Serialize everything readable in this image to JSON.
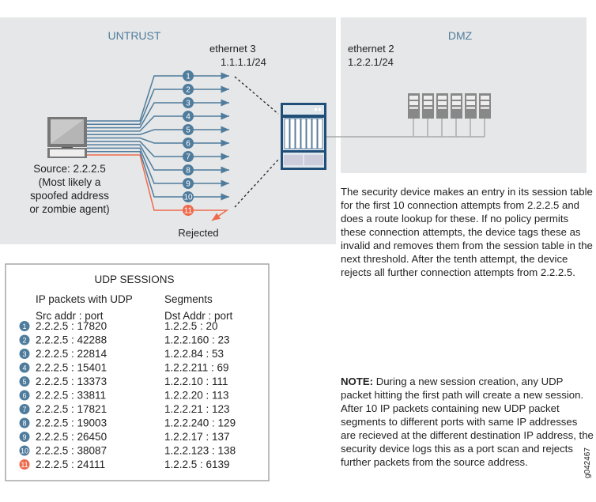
{
  "zones": {
    "untrust": "UNTRUST",
    "dmz": "DMZ"
  },
  "interfaces": {
    "eth3_name": "ethernet 3",
    "eth3_ip": "1.1.1.1/24",
    "eth2_name": "ethernet 2",
    "eth2_ip": "1.2.2.1/24"
  },
  "source": {
    "lines": [
      "Source: 2.2.2.5",
      "(Most likely a",
      "spoofed address",
      "or zombie agent)"
    ]
  },
  "rejected_label": "Rejected",
  "attempts": [
    "1",
    "2",
    "3",
    "4",
    "5",
    "6",
    "7",
    "8",
    "9",
    "10",
    "11"
  ],
  "description": "The security device makes an entry in its session table for the first 10 connection attempts from 2.2.2.5 and does a route lookup for these. If no policy permits these connection attempts, the device tags these as invalid and removes them from the session table in the next threshold. After the tenth attempt, the device rejects all further connection attempts from 2.2.2.5.",
  "note": {
    "label": "NOTE:",
    "text": " During a new session creation, any UDP packet hitting the first path will create a new session. After 10 IP packets containing new UDP packet segments to different ports with same IP addresses are recieved at the different destination IP address, the security device logs this as a port scan and rejects further packets from the source address."
  },
  "table": {
    "title": "UDP SESSIONS",
    "col1_header": "IP packets with UDP",
    "col2_header": "Segments",
    "col1_sub": "Src addr : port",
    "col2_sub": "Dst Addr : port",
    "rows": [
      {
        "n": "1",
        "src": "2.2.2.5 : 17820",
        "dst": "1.2.2.5 : 20"
      },
      {
        "n": "2",
        "src": "2.2.2.5 : 42288",
        "dst": "1.2.2.160 : 23"
      },
      {
        "n": "3",
        "src": "2.2.2.5 : 22814",
        "dst": "1.2.2.84 : 53"
      },
      {
        "n": "4",
        "src": "2.2.2.5 : 15401",
        "dst": "1.2.2.211 : 69"
      },
      {
        "n": "5",
        "src": "2.2.2.5 : 13373",
        "dst": "1.2.2.10 : 111"
      },
      {
        "n": "6",
        "src": "2.2.2.5 : 33811",
        "dst": "1.2.2.20 : 113"
      },
      {
        "n": "7",
        "src": "2.2.2.5 : 17821",
        "dst": "1.2.2.21 : 123"
      },
      {
        "n": "8",
        "src": "2.2.2.5 : 19003",
        "dst": "1.2.2.240 : 129"
      },
      {
        "n": "9",
        "src": "2.2.2.5 : 26450",
        "dst": "1.2.2.17 : 137"
      },
      {
        "n": "10",
        "src": "2.2.2.5 : 38087",
        "dst": "1.2.2.123 : 138"
      },
      {
        "n": "11",
        "src": "2.2.2.5 : 24111",
        "dst": "1.2.2.5 : 6139"
      }
    ]
  },
  "figure_id": "g042467",
  "colors": {
    "zone_bg": "#e6e7e8",
    "flow": "#4f7c9c",
    "rejected": "#ee6a4b",
    "device": "#1f4e79"
  }
}
